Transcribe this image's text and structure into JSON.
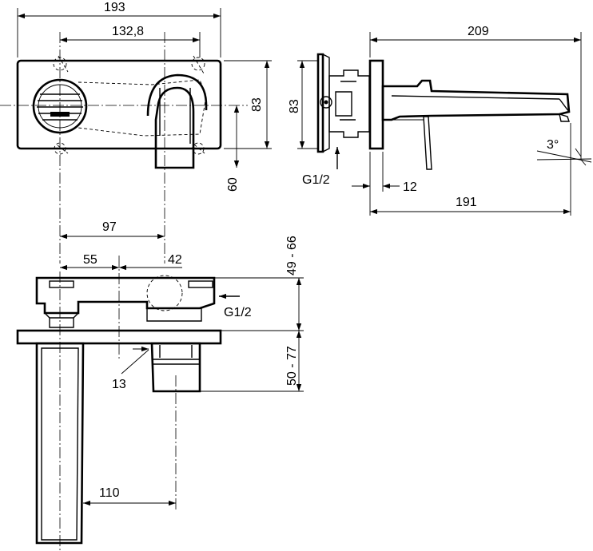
{
  "front_view": {
    "dim_total_width": "193",
    "dim_center_distance": "132,8",
    "dim_plate_height": "83",
    "dim_center_to_bottom": "60"
  },
  "side_view": {
    "dim_plate_height": "83",
    "dim_projection": "209",
    "dim_spout_reach": "191",
    "dim_flange": "12",
    "dim_angle": "3°",
    "connection_label": "G1/2"
  },
  "top_view": {
    "dim_spout_to_body": "97",
    "dim_spout_offset": "55",
    "dim_body_offset": "42",
    "dim_mounting_depth": "49 - 66",
    "connection_label": "G1/2",
    "dim_thread_length": "13",
    "dim_extension": "50 - 77",
    "dim_spout_length": "110"
  }
}
